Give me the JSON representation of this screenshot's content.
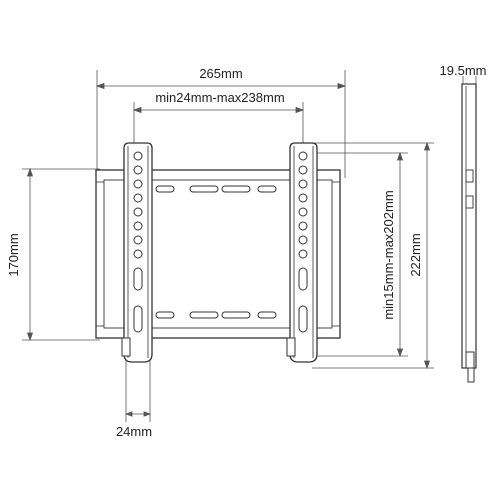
{
  "dimensions": {
    "overall_width": "265mm",
    "vesa_horizontal_range": "min24mm-max238mm",
    "plate_height": "170mm",
    "vesa_vertical_range": "min15mm-max202mm",
    "overall_height": "222mm",
    "arm_width": "24mm",
    "profile_depth": "19.5mm"
  },
  "colors": {
    "line": "#333333",
    "dimension_line": "#555555",
    "text": "#222222",
    "background": "#ffffff"
  }
}
